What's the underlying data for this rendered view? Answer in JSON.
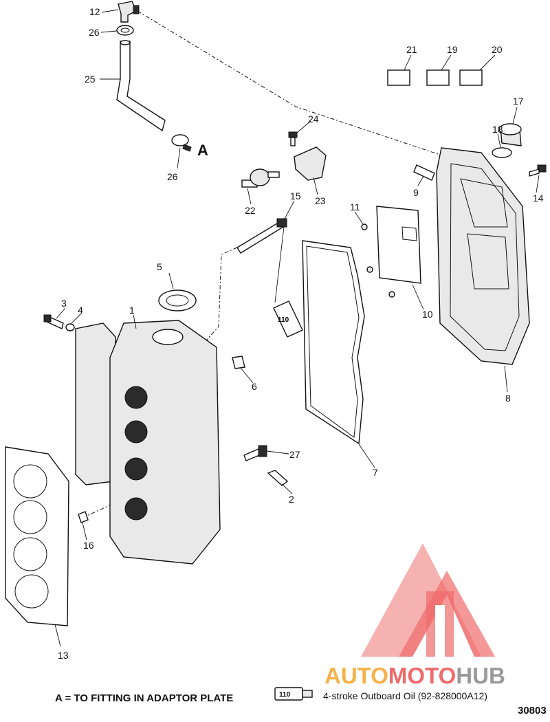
{
  "diagram": {
    "callouts": [
      "1",
      "2",
      "3",
      "4",
      "5",
      "6",
      "7",
      "8",
      "9",
      "10",
      "11",
      "12",
      "13",
      "14",
      "15",
      "16",
      "17",
      "18",
      "19",
      "20",
      "21",
      "22",
      "23",
      "24",
      "25",
      "26",
      "26",
      "27"
    ],
    "detail_letter": "A",
    "note": "A = TO FITTING IN ADAPTOR PLATE",
    "legend": {
      "tube_label": "110",
      "text": "4-stroke Outboard Oil (92-828000A12)"
    },
    "figure_number": "30803",
    "watermark": {
      "text": "AUTOMOTOHUB",
      "colors": {
        "red": "#ef6b6b",
        "orange": "#f5b24a",
        "gray": "#9a9a9a"
      }
    }
  }
}
